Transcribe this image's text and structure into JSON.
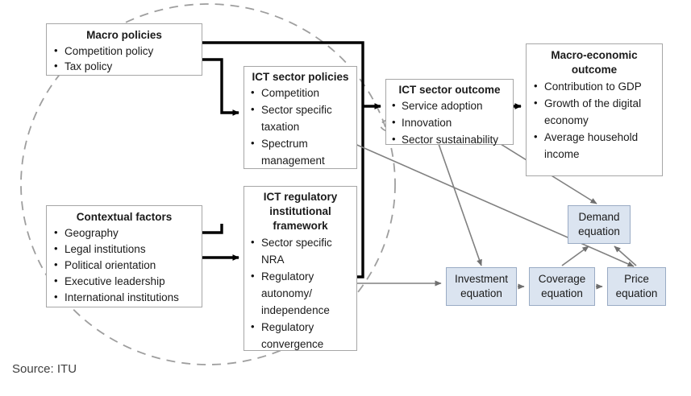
{
  "nodes": {
    "macro_policies": {
      "title": "Macro policies",
      "items": [
        "Competition policy",
        "Tax policy"
      ]
    },
    "contextual_factors": {
      "title": "Contextual factors",
      "items": [
        "Geography",
        "Legal institutions",
        "Political orientation",
        "Executive leadership",
        "International institutions"
      ]
    },
    "ict_sector_policies": {
      "title": "ICT sector policies",
      "items": [
        "Competition",
        "Sector specific taxation",
        "Spectrum management"
      ]
    },
    "ict_regulatory_framework": {
      "title": "ICT regulatory institutional framework",
      "items": [
        "Sector specific NRA",
        "Regulatory autonomy/ independence",
        "Regulatory convergence"
      ]
    },
    "ict_sector_outcome": {
      "title": "ICT sector outcome",
      "items": [
        "Service adoption",
        "Innovation",
        "Sector sustainability"
      ]
    },
    "macro_economic_outcome": {
      "title": "Macro-economic outcome",
      "items": [
        "Contribution to GDP",
        "Growth of the digital economy",
        "Average household income"
      ]
    }
  },
  "equations": {
    "demand": "Demand equation",
    "investment": "Investment equation",
    "coverage": "Coverage equation",
    "price": "Price equation"
  },
  "source": "Source: ITU",
  "colors": {
    "equation_fill": "#dbe4f0",
    "equation_border": "#9aabc4",
    "box_border": "#a6a6a6",
    "thick_connector": "#000000",
    "thin_connector": "#808080",
    "dashed_ellipse": "#9e9e9e",
    "text": "#1a1a1a",
    "source_text": "#3f3f3f",
    "background": "#ffffff"
  },
  "annotations": {
    "highlight_ellipses": [
      "ict-sector-policies-competition-taxation",
      "ict-sector-outcome-service-adoption",
      "ict-sector-outcome-innovation",
      "model-scope-boundary"
    ]
  }
}
